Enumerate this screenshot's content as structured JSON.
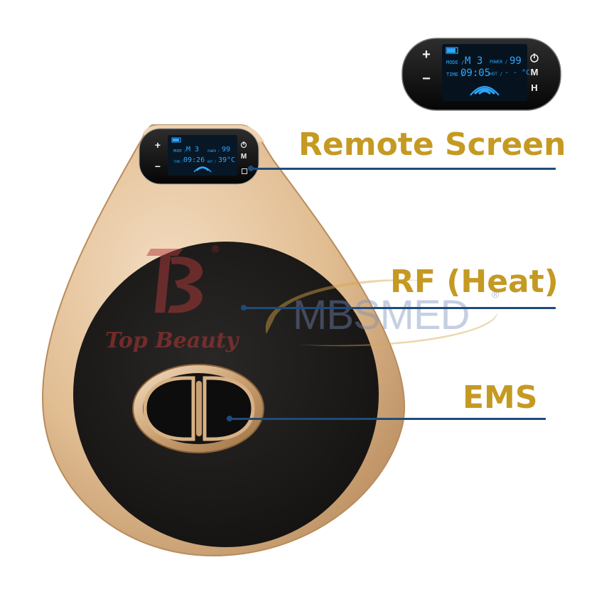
{
  "callouts": {
    "remote_screen": "Remote Screen",
    "rf_heat": "RF (Heat)",
    "ems": "EMS"
  },
  "watermarks": {
    "top_beauty": "Top Beauty",
    "mbsmed": "MBSMED"
  },
  "remote": {
    "mode_label": "MODE /",
    "mode_value": "M 3",
    "power_label": "POWER /",
    "power_value": "99",
    "time_label": "TIME /",
    "time_value": "09:05",
    "hot_label": "HOT /",
    "hot_value": "- - °C",
    "plus": "+",
    "minus": "−",
    "m_button": "M",
    "h_button": "H"
  },
  "device_screen": {
    "mode_label": "MODE /",
    "mode_value": "M 3",
    "power_label": "POWER /",
    "power_value": "99",
    "time_label": "TIME /",
    "time_value": "09:26",
    "hot_label": "HOT /",
    "hot_value": "39°C",
    "plus": "+",
    "minus": "−",
    "m_button": "M"
  },
  "colors": {
    "label_gold": "#c59a23",
    "leader_blue": "#1f4b7a",
    "body_gold": "#d9b48a",
    "pad_black": "#1b1a19",
    "lcd_blue": "#2ea7ff"
  }
}
